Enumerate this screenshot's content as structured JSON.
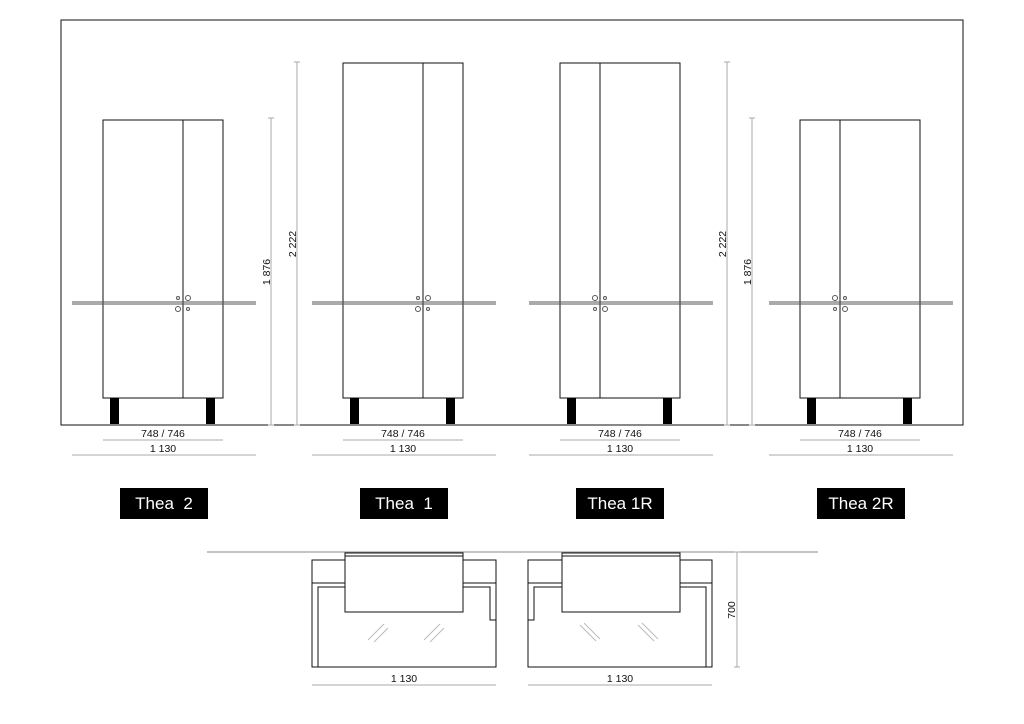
{
  "colors": {
    "line": "#111111",
    "leg": "#000000",
    "label_bg": "#000000",
    "label_text": "#ffffff",
    "dim_line": "#aaaaaa"
  },
  "cabinets": [
    {
      "name": "Thea  2",
      "height_label": "1 876",
      "width_label": "748 / 746",
      "overall_label": "1 130"
    },
    {
      "name": "Thea  1",
      "height_label": "2 222",
      "width_label": "748 / 746",
      "overall_label": "1 130"
    },
    {
      "name": "Thea 1R",
      "height_label": "2 222",
      "width_label": "748 / 746",
      "overall_label": "1 130"
    },
    {
      "name": "Thea 2R",
      "height_label": "1 876",
      "width_label": "748 / 746",
      "overall_label": "1 130"
    }
  ],
  "plan": {
    "depth_label": "700",
    "width_labels": [
      "1 130",
      "1 130"
    ]
  }
}
